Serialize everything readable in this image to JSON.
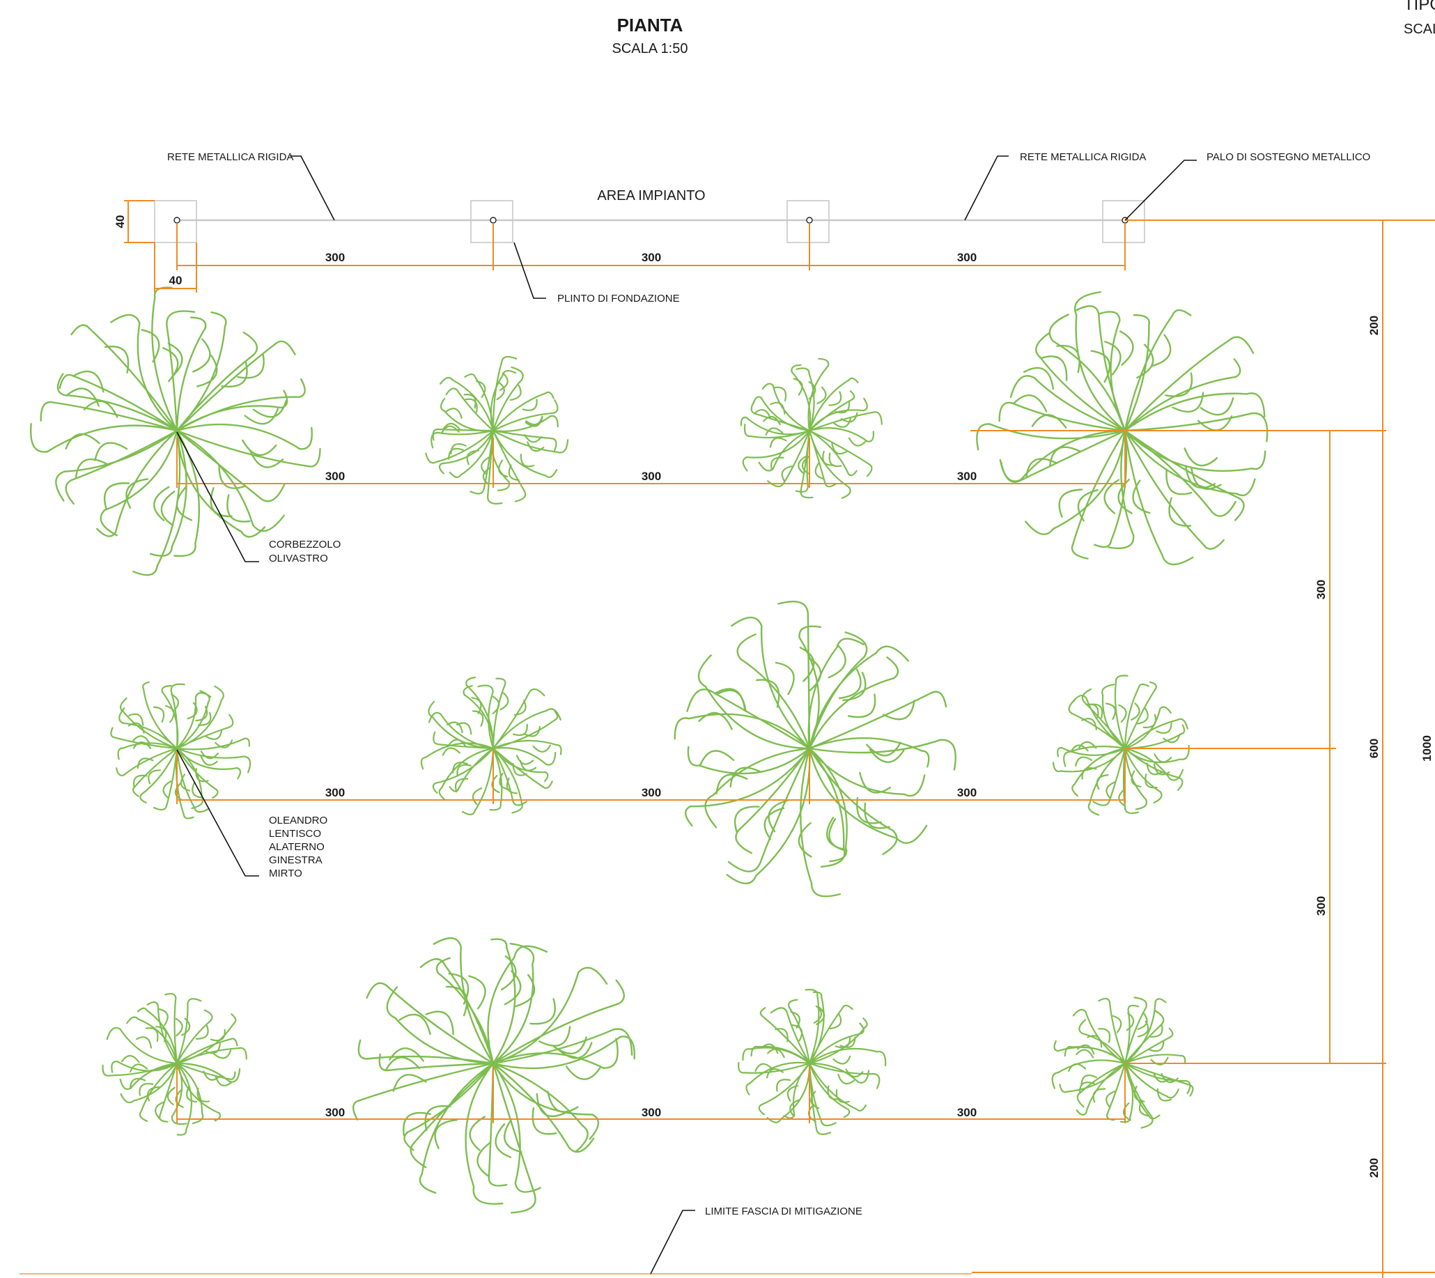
{
  "header": {
    "title": "PIANTA",
    "scale": "SCALA 1:50",
    "clipped_title": "TIPO",
    "clipped_scale": "SCALA"
  },
  "labels": {
    "area": "AREA IMPIANTO",
    "fence_left": "RETE METALLICA RIGIDA",
    "fence_right": "RETE METALLICA RIGIDA",
    "post": "PALO DI SOSTEGNO METALLICO",
    "plinth": "PLINTO DI FONDAZIONE",
    "limit": "LIMITE FASCIA DI MITIGAZIONE",
    "species_large": [
      "CORBEZZOLO",
      "OLIVASTRO"
    ],
    "species_small": [
      "OLEANDRO",
      "LENTISCO",
      "ALATERNO",
      "GINESTRA",
      "MIRTO"
    ]
  },
  "dimensions": {
    "plinth_height": "40",
    "plinth_width": "40",
    "post_spacing": [
      "300",
      "300",
      "300"
    ],
    "row1": [
      "300",
      "300",
      "300"
    ],
    "row2": [
      "300",
      "300",
      "300"
    ],
    "row3": [
      "300",
      "300",
      "300"
    ],
    "right_top": "200",
    "right_row_a": "300",
    "right_row_b": "300",
    "right_mid": "600",
    "right_bottom": "200",
    "right_total": "1000"
  },
  "rows": [
    [
      "large",
      "small",
      "small",
      "large"
    ],
    [
      "small",
      "small",
      "large",
      "small"
    ],
    [
      "small",
      "large",
      "small",
      "small"
    ]
  ],
  "colors": {
    "dimension": "#f08a24",
    "tree": "#7dbd4f",
    "fence": "#c8c8c8",
    "text": "#1a1a1a"
  }
}
